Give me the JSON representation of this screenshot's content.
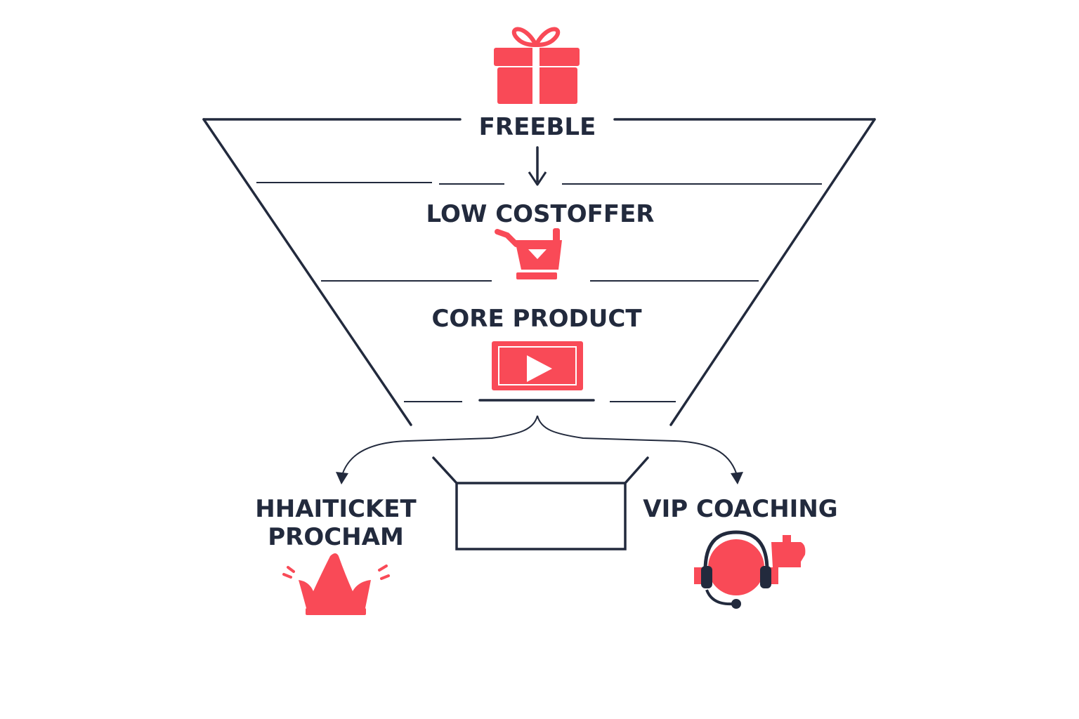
{
  "stages": {
    "freebie": {
      "label": "FREEBLE",
      "icon": "gift-icon"
    },
    "low_cost": {
      "label": "LOW COSTOFFER",
      "icon": "shopping-cart-icon"
    },
    "core": {
      "label": "CORE PRODUCT",
      "icon": "video-play-icon"
    },
    "high_ticket": {
      "line1": "HHAITICKET",
      "line2": "PROCHAM",
      "icon": "crown-icon"
    },
    "vip": {
      "label": "VIP COACHING",
      "icon": "headset-icon"
    }
  },
  "colors": {
    "accent": "#f94a57",
    "ink": "#222a3d",
    "background": "#ffffff"
  }
}
